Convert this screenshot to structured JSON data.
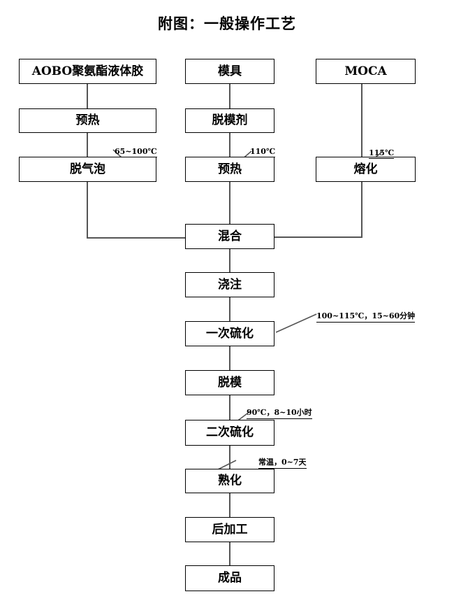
{
  "title": "附图：一般操作工艺",
  "diagram": {
    "type": "process-flowchart",
    "nodes": [
      {
        "id": "aobo",
        "label": "AOBO聚氨酯液体胶",
        "column": "left",
        "row": 1
      },
      {
        "id": "mold",
        "label": "模具",
        "column": "center",
        "row": 1
      },
      {
        "id": "moca",
        "label": "MOCA",
        "column": "right",
        "row": 1
      },
      {
        "id": "preheat1",
        "label": "预热",
        "column": "left",
        "row": 2
      },
      {
        "id": "release",
        "label": "脱模剂",
        "column": "center",
        "row": 2
      },
      {
        "id": "degas",
        "label": "脱气泡",
        "column": "left",
        "row": 3
      },
      {
        "id": "preheat2",
        "label": "预热",
        "column": "center",
        "row": 3
      },
      {
        "id": "melt",
        "label": "熔化",
        "column": "right",
        "row": 3
      },
      {
        "id": "mix",
        "label": "混合",
        "column": "center",
        "row": 4
      },
      {
        "id": "pour",
        "label": "浇注",
        "column": "center",
        "row": 5
      },
      {
        "id": "cure1",
        "label": "一次硫化",
        "column": "center",
        "row": 6
      },
      {
        "id": "demold",
        "label": "脱模",
        "column": "center",
        "row": 7
      },
      {
        "id": "cure2",
        "label": "二次硫化",
        "column": "center",
        "row": 8
      },
      {
        "id": "mature",
        "label": "熟化",
        "column": "center",
        "row": 9
      },
      {
        "id": "finish",
        "label": "后加工",
        "column": "center",
        "row": 10
      },
      {
        "id": "product",
        "label": "成品",
        "column": "center",
        "row": 11
      }
    ],
    "annotations": [
      {
        "id": "note-degas",
        "target": "degas",
        "text": "65~100℃"
      },
      {
        "id": "note-preheat2",
        "target": "preheat2",
        "text": "110℃"
      },
      {
        "id": "note-melt",
        "target": "melt",
        "text": "115℃"
      },
      {
        "id": "note-cure1",
        "target": "cure1",
        "text": "100~115℃，15~60分钟"
      },
      {
        "id": "note-cure2",
        "target": "cure2",
        "text": "90℃，8~10小时"
      },
      {
        "id": "note-mature",
        "target": "mature",
        "text": "常温，0~7天"
      }
    ],
    "edges": [
      {
        "from": "aobo",
        "to": "preheat1"
      },
      {
        "from": "preheat1",
        "to": "degas"
      },
      {
        "from": "mold",
        "to": "release"
      },
      {
        "from": "release",
        "to": "preheat2"
      },
      {
        "from": "moca",
        "to": "melt"
      },
      {
        "from": "degas",
        "to": "mix"
      },
      {
        "from": "preheat2",
        "to": "mix"
      },
      {
        "from": "melt",
        "to": "mix"
      },
      {
        "from": "mix",
        "to": "pour"
      },
      {
        "from": "pour",
        "to": "cure1"
      },
      {
        "from": "cure1",
        "to": "demold"
      },
      {
        "from": "demold",
        "to": "cure2"
      },
      {
        "from": "cure2",
        "to": "mature"
      },
      {
        "from": "mature",
        "to": "finish"
      },
      {
        "from": "finish",
        "to": "product"
      }
    ],
    "colors": {
      "box_border": "#000000",
      "connector": "#555555",
      "text": "#000000",
      "background": "#ffffff"
    }
  }
}
